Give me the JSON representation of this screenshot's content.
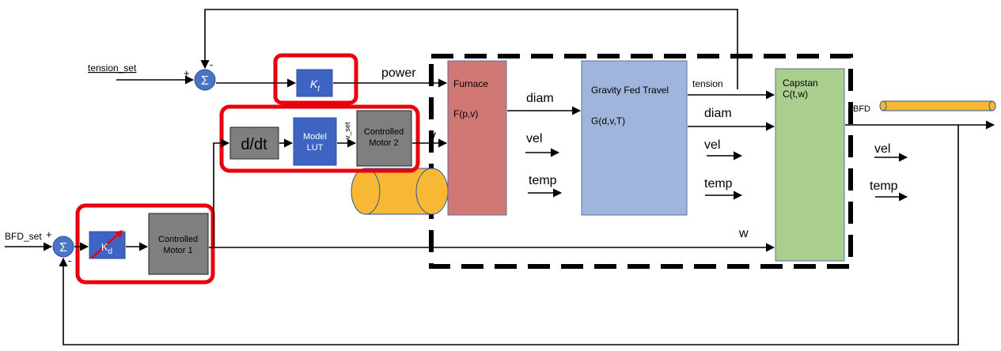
{
  "inputs": {
    "tension_set": "tension_set",
    "bfd_set": "BFD_set"
  },
  "sums": {
    "symbol": "Σ",
    "top_plus": "+",
    "top_minus": "-",
    "bottom_plus": "+",
    "bottom_minus": "-"
  },
  "blocks": {
    "kt_main": "K",
    "kt_sub": "t",
    "kd_main": "K",
    "kd_sub": "d",
    "ddt": "d/dt",
    "model_lut_line1": "Model",
    "model_lut_line2": "LUT",
    "motor2_line1": "Controlled",
    "motor2_line2": "Motor 2",
    "motor1_line1": "Controlled",
    "motor1_line2": "Motor 1",
    "furnace_title": "Furnace",
    "furnace_func": "F(p,v)",
    "gravity_title": "Gravity Fed Travel",
    "gravity_func": "G(d,v,T)",
    "capstan_title": "Capstan",
    "capstan_func": "C(t,w)"
  },
  "signals": {
    "power": "power",
    "v_set": "v_set",
    "v": "v",
    "diam1": "diam",
    "vel1": "vel",
    "temp1": "temp",
    "tension": "tension",
    "diam2": "diam",
    "vel2": "vel",
    "temp2": "temp",
    "w": "w",
    "bfd": "BFD",
    "vel3": "vel",
    "temp3": "temp"
  },
  "colors": {
    "highlight_red": "#e8000b",
    "blue_block": "#3d64c3",
    "gray_block": "#7f7f7f",
    "furnace": "#d27874",
    "gravity": "#a0b5dc",
    "capstan": "#a9ce8e",
    "cylinder": "#f7b836",
    "sum_fill": "#4a75c4"
  }
}
